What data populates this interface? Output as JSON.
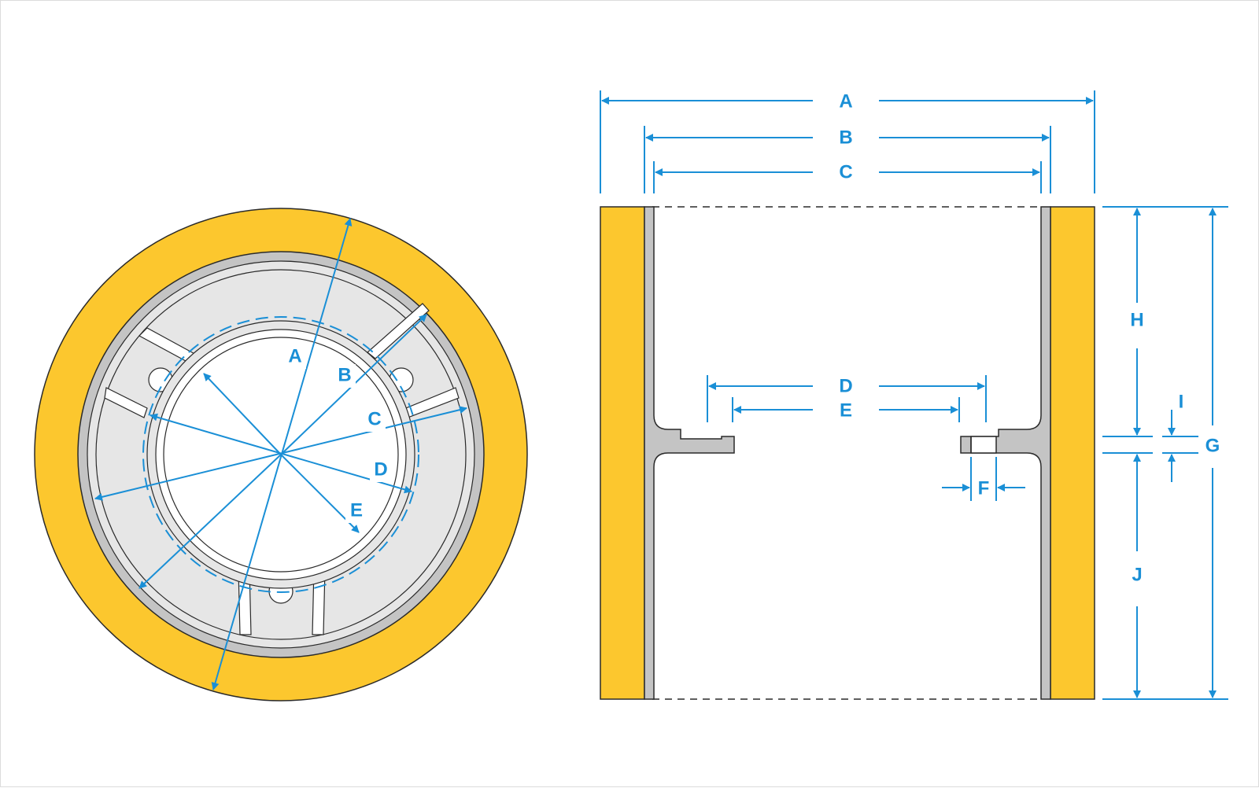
{
  "colors": {
    "dimension": "#1a8fd6",
    "tread": "#fcc72e",
    "hub": "#e6e6e6",
    "hub_rim": "#c4c4c4",
    "outline": "#2a2a2a",
    "background": "#ffffff"
  },
  "front_view": {
    "labels": {
      "A": "A",
      "B": "B",
      "C": "C",
      "D": "D",
      "E": "E"
    }
  },
  "side_view": {
    "labels": {
      "A": "A",
      "B": "B",
      "C": "C",
      "D": "D",
      "E": "E",
      "F": "F",
      "G": "G",
      "H": "H",
      "I": "I",
      "J": "J"
    }
  }
}
